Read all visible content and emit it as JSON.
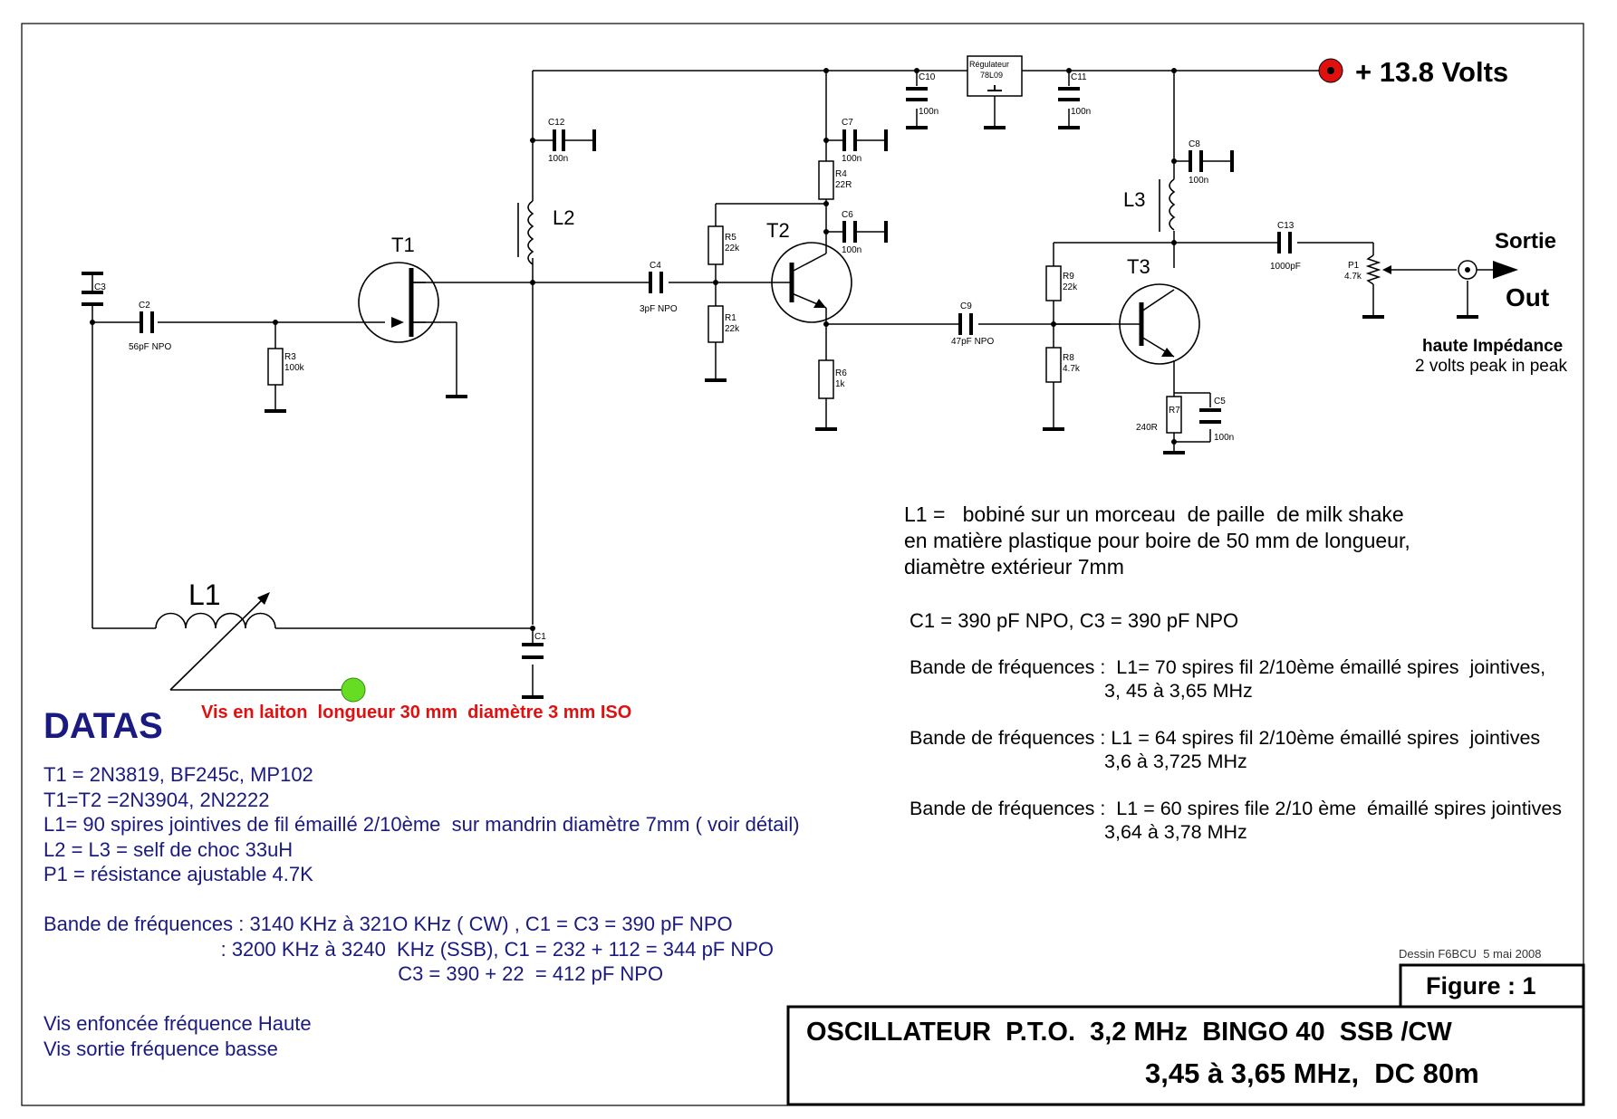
{
  "supply": {
    "label": "+ 13.8 Volts"
  },
  "output": {
    "sortie": "Sortie",
    "out": "Out",
    "imp1": "haute Impédance",
    "imp2": "2 volts peak in peak"
  },
  "components": {
    "t1": "T1",
    "t2": "T2",
    "t3": "T3",
    "l1": "L1",
    "l2": "L2",
    "l3": "L3",
    "c1": "C1",
    "c2": "C2",
    "c2v": "56pF NPO",
    "c3": "C3",
    "c4": "C4",
    "c4v": "3pF NPO",
    "c5": "C5",
    "c5v": "100n",
    "c6": "C6",
    "c6v": "100n",
    "c7": "C7",
    "c7v": "100n",
    "c8": "C8",
    "c8v": "100n",
    "c9": "C9",
    "c9v": "47pF NPO",
    "c10": "C10",
    "c10v": "100n",
    "c11": "C11",
    "c11v": "100n",
    "c12": "C12",
    "c12v": "100n",
    "c13": "C13",
    "c13v": "1000pF",
    "r1": "R1",
    "r1v": "22k",
    "r3": "R3",
    "r3v": "100k",
    "r4": "R4",
    "r4v": "22R",
    "r5": "R5",
    "r5v": "22k",
    "r6": "R6",
    "r6v": "1k",
    "r7": "R7",
    "r7v": "240R",
    "r8": "R8",
    "r8v": "4.7k",
    "r9": "R9",
    "r9v": "22k",
    "p1": "P1",
    "p1v": "4.7k",
    "reg1": "Régulateur",
    "reg2": "78L09"
  },
  "notes": {
    "l1_desc": "L1 =   bobiné sur un morceau  de paille  de milk shake\nen matière plastique pour boire de 50 mm de longueur,\ndiamètre extérieur 7mm",
    "c1c3": "C1 = 390 pF NPO, C3 = 390 pF NPO",
    "band1": "Bande de fréquences :  L1= 70 spires fil 2/10ème émaillé spires  jointives,\n                                    3, 45 à 3,65 MHz",
    "band2": "Bande de fréquences : L1 = 64 spires fil 2/10ème émaillé spires  jointives\n                                    3,6 à 3,725 MHz",
    "band3": "Bande de fréquences :  L1 = 60 spires file 2/10 ème  émaillé spires jointives\n                                    3,64 à 3,78 MHz",
    "screw": "Vis en laiton  longueur 30 mm  diamètre 3 mm ISO"
  },
  "datas": {
    "title": "DATAS",
    "body": "T1 = 2N3819, BF245c, MP102\nT1=T2 =2N3904, 2N2222\nL1= 90 spires jointives de fil émaillé 2/10ème  sur mandrin diamètre 7mm ( voir détail)\nL2 = L3 = self de choc 33uH\nP1 = résistance ajustable 4.7K\n\nBande de fréquences : 3140 KHz à 321O KHz ( CW) , C1 = C3 = 390 pF NPO\n                                : 3200 KHz à 3240  KHz (SSB), C1 = 232 + 112 = 344 pF NPO\n                                                                C3 = 390 + 22  = 412 pF NPO\n\nVis enfoncée fréquence Haute\nVis sortie fréquence basse"
  },
  "credit": "Dessin F6BCU  5 mai 2008",
  "figure": "Figure : 1",
  "title1": "OSCILLATEUR  P.T.O.  3,2 MHz  BINGO 40  SSB /CW",
  "title2": "3,45 à 3,65 MHz,  DC 80m",
  "colors": {
    "supply_dot": "#e01010",
    "screw_dot": "#66dd22",
    "navy": "#1a1a80",
    "red": "#e01010"
  }
}
